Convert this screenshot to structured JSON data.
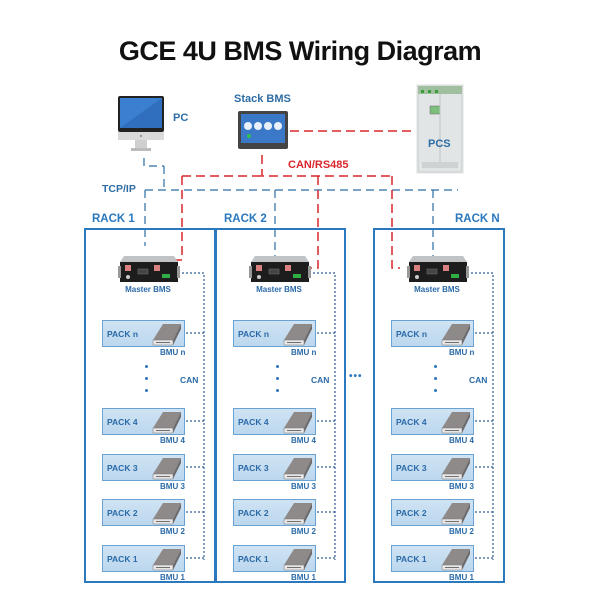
{
  "title": "GCE 4U BMS Wiring Diagram",
  "nodes": {
    "pc": {
      "label": "PC",
      "icon": "monitor-icon"
    },
    "stack_bms": {
      "label": "Stack BMS",
      "icon": "touch-panel-icon"
    },
    "pcs": {
      "label": "PCS",
      "icon": "cabinet-icon"
    }
  },
  "links": {
    "tcp_ip": "TCP/IP",
    "can_rs485": "CAN/RS485",
    "can": "CAN",
    "ellipsis": "•••"
  },
  "colors": {
    "blue": "#2a78bd",
    "red": "#d8262c",
    "pack_fill": "#c6ddf0"
  },
  "racks": [
    {
      "label": "RACK 1",
      "master": "Master BMS",
      "packs": [
        {
          "pack": "PACK  n",
          "bmu": "BMU  n"
        },
        {
          "pack": "PACK  4",
          "bmu": "BMU  4"
        },
        {
          "pack": "PACK  3",
          "bmu": "BMU  3"
        },
        {
          "pack": "PACK  2",
          "bmu": "BMU  2"
        },
        {
          "pack": "PACK  1",
          "bmu": "BMU  1"
        }
      ]
    },
    {
      "label": "RACK 2",
      "master": "Master BMS",
      "packs": [
        {
          "pack": "PACK  n",
          "bmu": "BMU  n"
        },
        {
          "pack": "PACK  4",
          "bmu": "BMU  4"
        },
        {
          "pack": "PACK  3",
          "bmu": "BMU  3"
        },
        {
          "pack": "PACK  2",
          "bmu": "BMU  2"
        },
        {
          "pack": "PACK  1",
          "bmu": "BMU  1"
        }
      ]
    },
    {
      "label": "RACK N",
      "master": "Master BMS",
      "packs": [
        {
          "pack": "PACK  n",
          "bmu": "BMU  n"
        },
        {
          "pack": "PACK  4",
          "bmu": "BMU  4"
        },
        {
          "pack": "PACK  3",
          "bmu": "BMU  3"
        },
        {
          "pack": "PACK  2",
          "bmu": "BMU  2"
        },
        {
          "pack": "PACK  1",
          "bmu": "BMU  1"
        }
      ]
    }
  ]
}
